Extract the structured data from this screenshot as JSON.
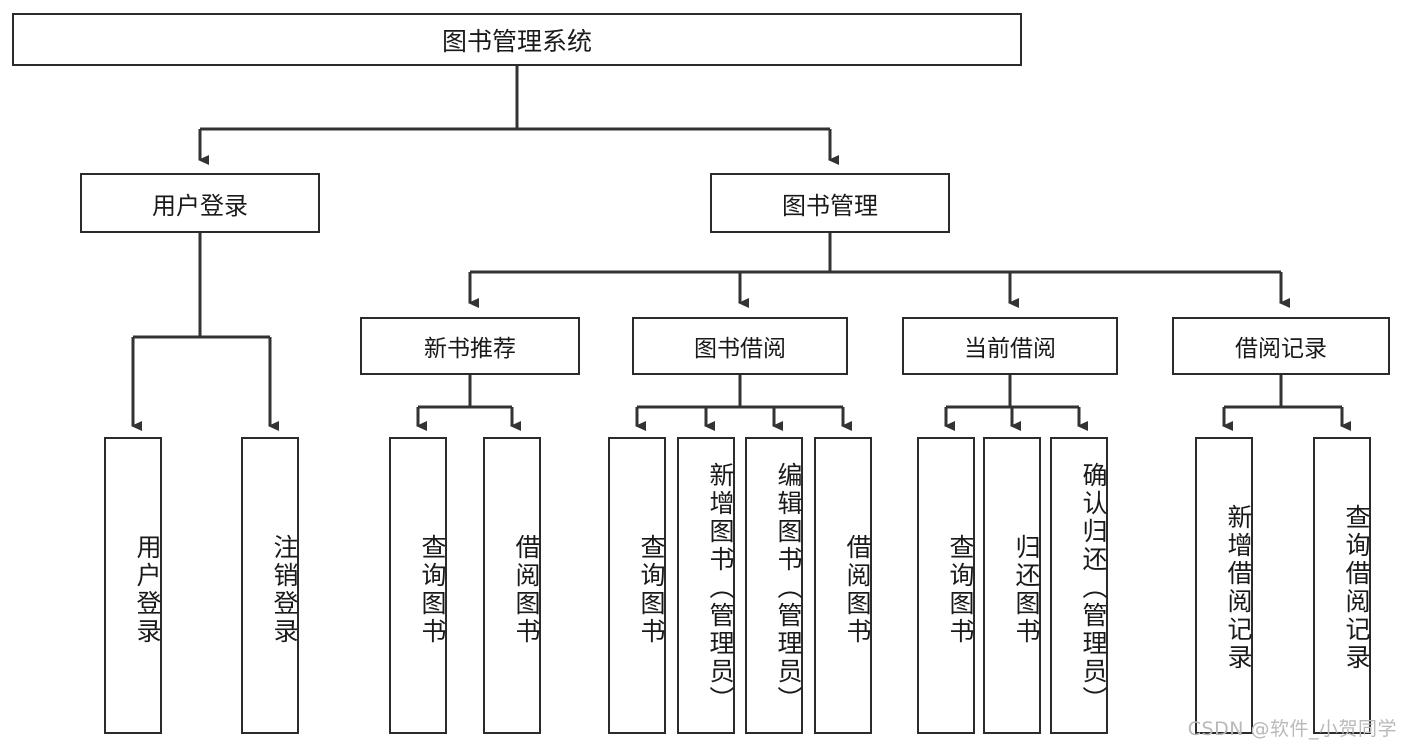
{
  "diagram": {
    "type": "tree",
    "title": "图书管理系统",
    "root": {
      "label": "图书管理系统"
    },
    "level2": [
      {
        "label": "用户登录"
      },
      {
        "label": "图书管理"
      }
    ],
    "level3": [
      {
        "label": "新书推荐"
      },
      {
        "label": "图书借阅"
      },
      {
        "label": "当前借阅"
      },
      {
        "label": "借阅记录"
      }
    ],
    "leaves": {
      "user_login": [
        {
          "label": "用户登录"
        },
        {
          "label": "注销登录"
        }
      ],
      "new_book_recommend": [
        {
          "label": "查询图书"
        },
        {
          "label": "借阅图书"
        }
      ],
      "book_borrow": [
        {
          "label": "查询图书"
        },
        {
          "label": "新增图书（管理员）"
        },
        {
          "label": "编辑图书（管理员）"
        },
        {
          "label": "借阅图书"
        }
      ],
      "current_borrow": [
        {
          "label": "查询图书"
        },
        {
          "label": "归还图书"
        },
        {
          "label": "确认归还（管理员）"
        }
      ],
      "borrow_record": [
        {
          "label": "新增借阅记录"
        },
        {
          "label": "查询借阅记录"
        }
      ]
    }
  },
  "watermark": {
    "text": "CSDN @软件_小贺同学"
  },
  "colors": {
    "box_border": "#2b2b2b",
    "box_fill": "#ffffff",
    "line": "#333333",
    "text": "#1a1a1a",
    "watermark": "#b9b9b9"
  }
}
